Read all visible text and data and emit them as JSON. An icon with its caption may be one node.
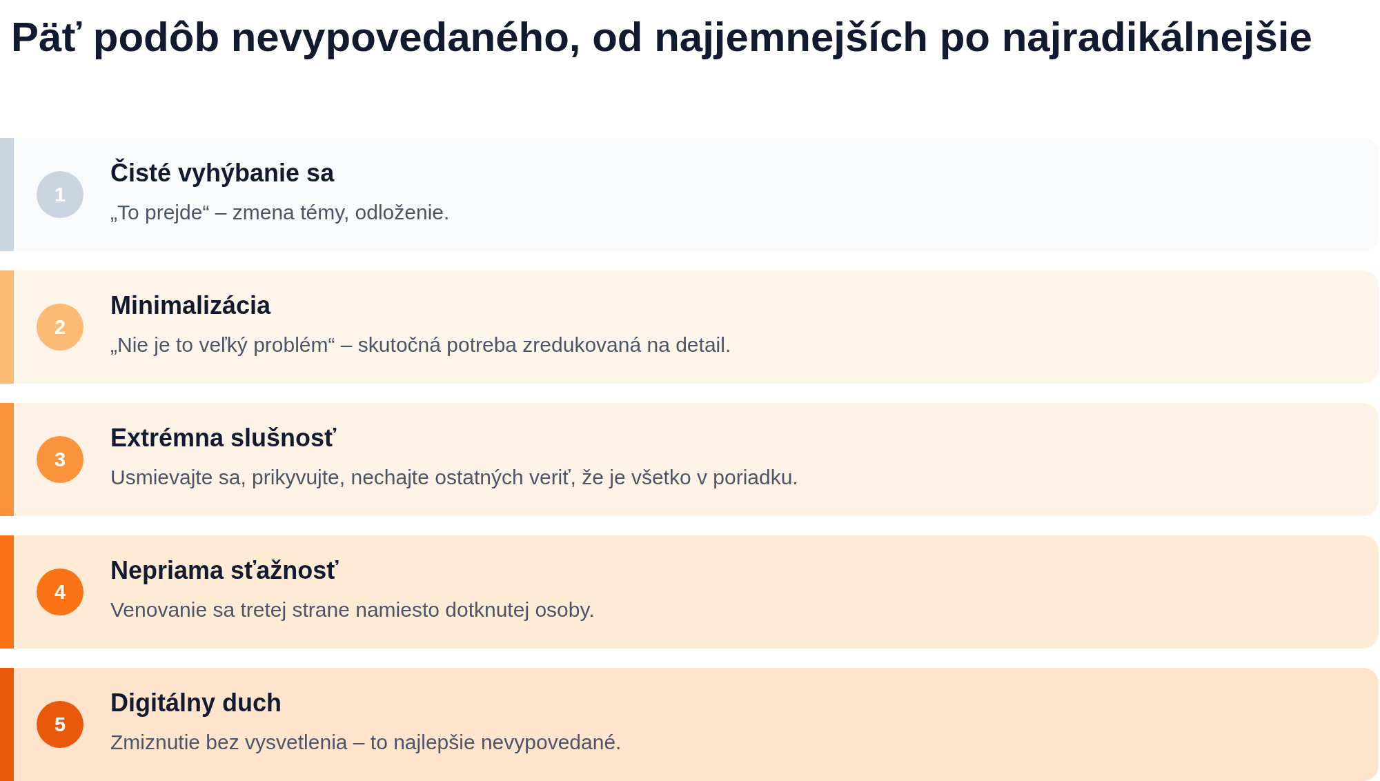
{
  "diagram": {
    "title": "Päť podôb nevypovedaného, od najjemnejších po najradikálnejšie",
    "nodes": [
      {
        "text": [
          "Čisté vyhýbanie sa",
          "„To prejde“ – zmena témy, odloženie."
        ]
      },
      {
        "text": [
          "1"
        ],
        "in": 0
      },
      {
        "text": [
          "Minimalizácia",
          "„Nie je to veľký problém“ – skutočná potreba zredukovaná na detail."
        ]
      },
      {
        "text": [
          "2"
        ],
        "in": 2
      },
      {
        "text": [
          "Extrémna slušnosť",
          "Usmievajte sa, prikyvujte, nechajte ostatných veriť, že je všetko v poriadku."
        ]
      },
      {
        "text": [
          "3"
        ],
        "in": 4
      },
      {
        "text": [
          "Nepriama sťažnosť",
          "Venovanie sa tretej strane namiesto dotknutej osoby."
        ]
      },
      {
        "text": [
          "4"
        ],
        "in": 6
      },
      {
        "text": [
          "Digitálny duch",
          "Zmiznutie bez vysvetlenia – to najlepšie nevypovedané."
        ]
      },
      {
        "text": [
          "5"
        ],
        "in": 8
      }
    ]
  }
}
